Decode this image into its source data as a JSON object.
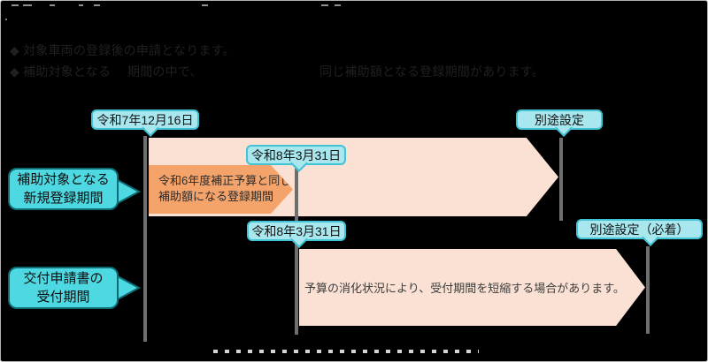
{
  "header": {
    "line1": "◆ 対象車両の登録後の申請となります。",
    "line2": {
      "seg1": "◆ 補助対象となる",
      "seg2": "期間の中で、",
      "seg3": "同じ補助額となる登録期間があります。"
    }
  },
  "rows": {
    "registration": {
      "label_line1": "補助対象となる",
      "label_line2": "新規登録期間",
      "start_date": "令和7年12月16日",
      "mid_date": "令和8年3月31日",
      "end_label": "別途設定",
      "highlight_line1": "令和6年度補正予算と同じ",
      "highlight_line2": "補助額になる登録期間"
    },
    "application": {
      "label_line1": "交付申請書の",
      "label_line2": "受付期間",
      "start_date": "令和8年3月31日",
      "end_label": "別途設定（必着）",
      "note": "予算の消化状況により、受付期間を短縮する場合があります。"
    }
  },
  "colors": {
    "background": "#000000",
    "callout_fill": "#a9e7ef",
    "callout_border": "#41c3d5",
    "side_label_fill": "#4ed9e2",
    "side_label_border": "#0f6b74",
    "band_fill": "#fae1d3",
    "highlight_fill": "#f4a46b",
    "marker_line": "#6e6e6e",
    "header_text": "#202020"
  }
}
